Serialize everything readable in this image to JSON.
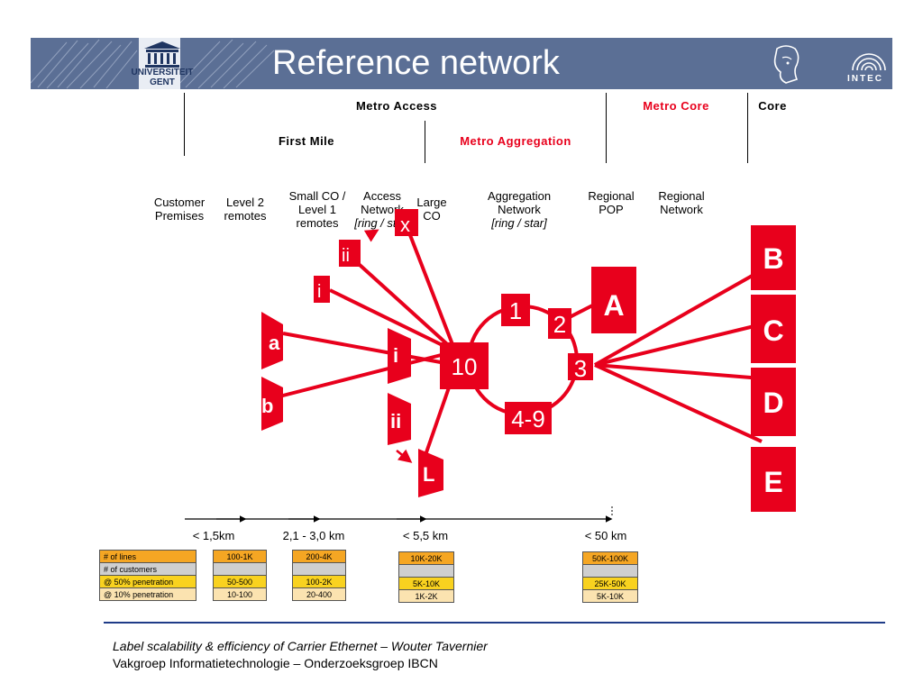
{
  "header": {
    "title": "Reference network",
    "university_line1": "UNIVERSITEIT",
    "university_line2": "GENT",
    "dept_logo": "INTEC"
  },
  "bands": {
    "metro_access": "Metro Access",
    "metro_core": "Metro Core",
    "core": "Core",
    "first_mile": "First Mile",
    "metro_aggregation": "Metro Aggregation"
  },
  "columns": {
    "customer_premises": [
      "Customer",
      "Premises"
    ],
    "level2_remotes": [
      "Level 2",
      "remotes"
    ],
    "small_co": [
      "Small CO /",
      "Level 1",
      "remotes"
    ],
    "access_network": [
      "Access",
      "Network",
      "[ring / star]"
    ],
    "large_co": [
      "Large",
      "CO"
    ],
    "aggregation_network": [
      "Aggregation",
      "Network",
      "[ring / star]"
    ],
    "regional_pop": [
      "Regional",
      "POP"
    ],
    "regional_network": [
      "Regional",
      "Network"
    ]
  },
  "nodes": {
    "a": "a",
    "b": "b",
    "i_left": "i",
    "ii_left": "ii",
    "i_upper": "i",
    "ii_upper": "ii",
    "x": "x",
    "L": "L",
    "n10": "10",
    "n1": "1",
    "n2": "2",
    "n3": "3",
    "n49": "4-9",
    "A": "A",
    "B": "B",
    "C": "C",
    "D": "D",
    "E": "E"
  },
  "distances": [
    "< 1,5km",
    "2,1 - 3,0 km",
    "< 5,5 km",
    "< 50 km"
  ],
  "table": {
    "row_labels": [
      "# of lines",
      "# of customers",
      "@ 50% penetration",
      "@ 10% penetration"
    ],
    "col1": [
      "100-1K",
      "",
      "50-500",
      "10-100"
    ],
    "col2": [
      "200-4K",
      "",
      "100-2K",
      "20-400"
    ],
    "col3": [
      "10K-20K",
      "",
      "5K-10K",
      "1K-2K"
    ],
    "col4": [
      "50K-100K",
      "",
      "25K-50K",
      "5K-10K"
    ]
  },
  "footer": {
    "line1": "Label scalability & efficiency of Carrier Ethernet  – Wouter Tavernier",
    "line2": "Vakgroep Informatietechnologie – Onderzoeksgroep IBCN"
  },
  "colors": {
    "accent_red": "#e8001c",
    "header_blue": "#5b6f95",
    "footer_blue": "#1f3c88"
  }
}
